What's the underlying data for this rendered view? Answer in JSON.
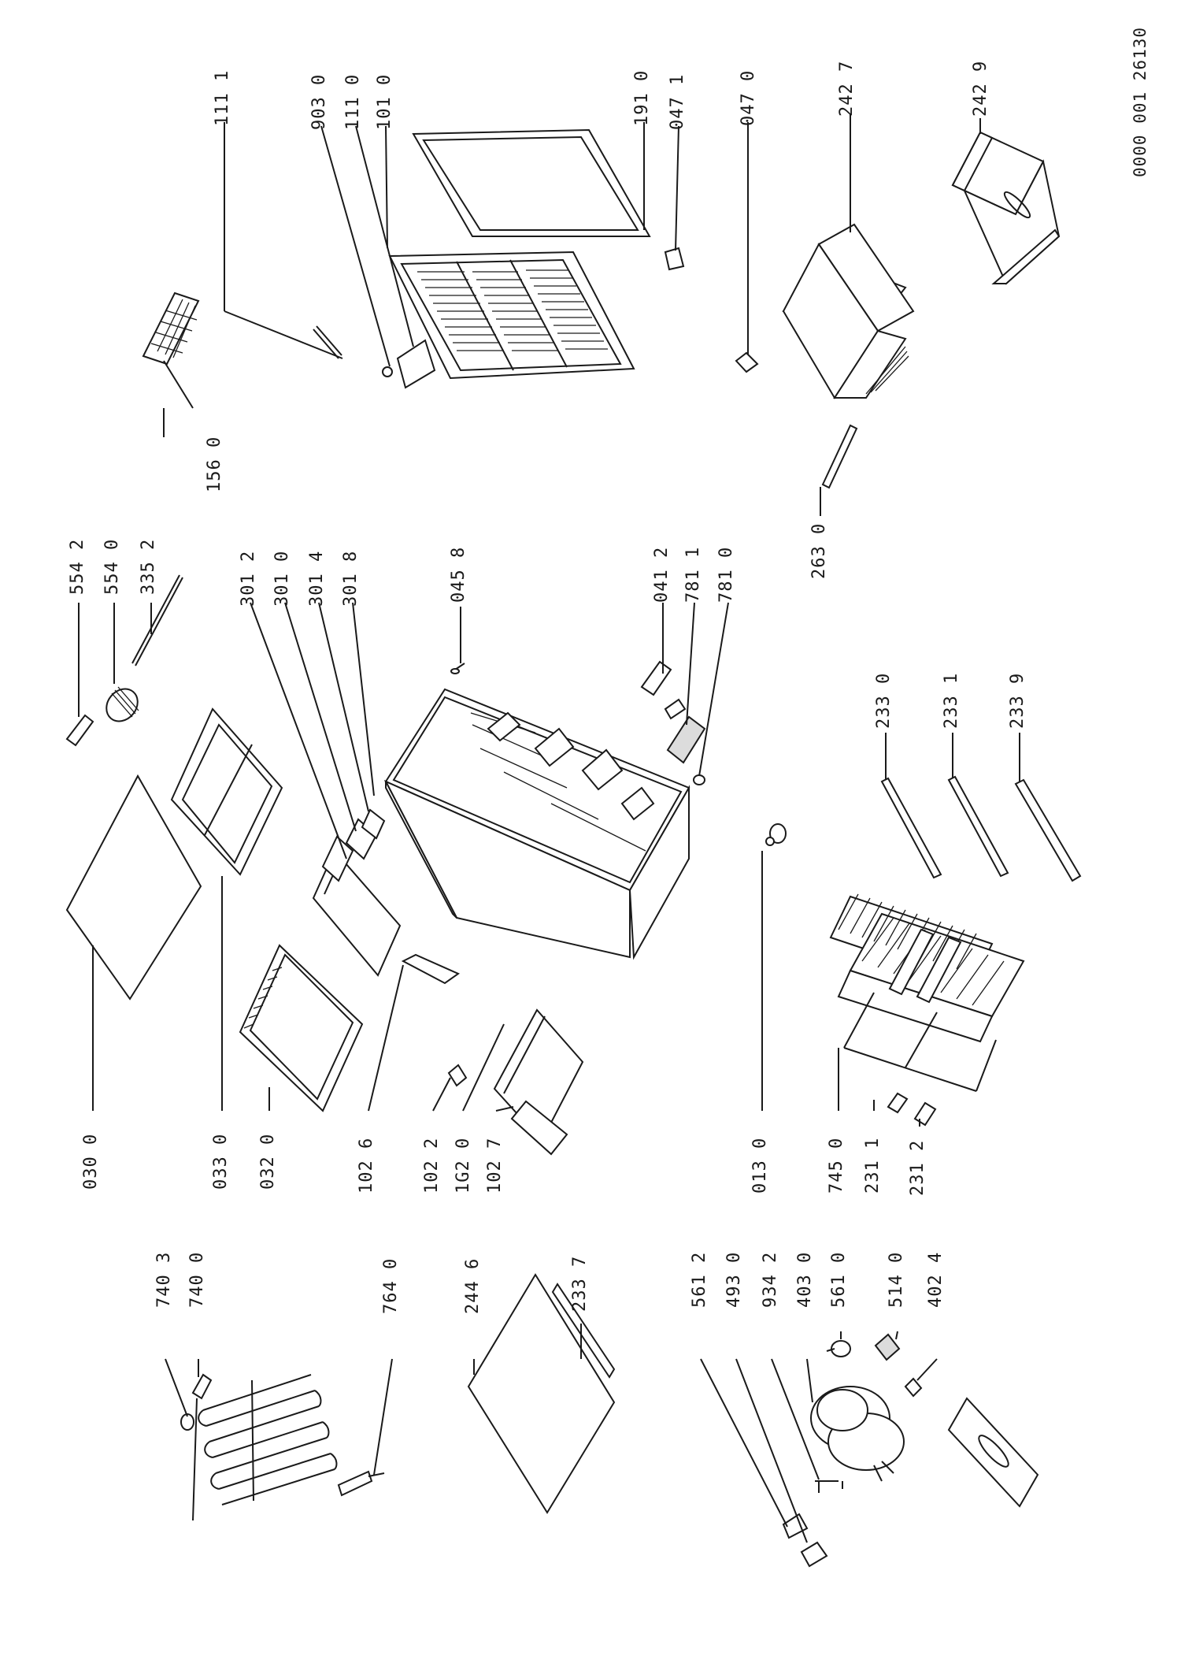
{
  "document_id": "0000 001 26130",
  "labels": [
    {
      "key": "1111",
      "text": "111 1"
    },
    {
      "key": "9030",
      "text": "903 0"
    },
    {
      "key": "1110",
      "text": "111 0"
    },
    {
      "key": "1010",
      "text": "101 0"
    },
    {
      "key": "1910",
      "text": "191 0"
    },
    {
      "key": "0471",
      "text": "047 1"
    },
    {
      "key": "0470",
      "text": "047 0"
    },
    {
      "key": "2427",
      "text": "242 7"
    },
    {
      "key": "2429",
      "text": "242 9"
    },
    {
      "key": "1560",
      "text": "156 0"
    },
    {
      "key": "5542",
      "text": "554 2"
    },
    {
      "key": "5540",
      "text": "554 0"
    },
    {
      "key": "3352",
      "text": "335 2"
    },
    {
      "key": "3012",
      "text": "301 2"
    },
    {
      "key": "3010",
      "text": "301 0"
    },
    {
      "key": "3014",
      "text": "301 4"
    },
    {
      "key": "3018",
      "text": "301 8"
    },
    {
      "key": "0458",
      "text": "045 8"
    },
    {
      "key": "0412",
      "text": "041 2"
    },
    {
      "key": "7811",
      "text": "781 1"
    },
    {
      "key": "7810",
      "text": "781 0"
    },
    {
      "key": "2630",
      "text": "263 0"
    },
    {
      "key": "2330",
      "text": "233 0"
    },
    {
      "key": "2331",
      "text": "233 1"
    },
    {
      "key": "2339",
      "text": "233 9"
    },
    {
      "key": "0300",
      "text": "030 0"
    },
    {
      "key": "0330",
      "text": "033 0"
    },
    {
      "key": "0320",
      "text": "032 0"
    },
    {
      "key": "1026",
      "text": "102 6"
    },
    {
      "key": "1022",
      "text": "102 2"
    },
    {
      "key": "1020",
      "text": "1G2 0"
    },
    {
      "key": "1027",
      "text": "102 7"
    },
    {
      "key": "0130",
      "text": "013 0"
    },
    {
      "key": "7450",
      "text": "745 0"
    },
    {
      "key": "2311",
      "text": "231 1"
    },
    {
      "key": "2312",
      "text": "231 2"
    },
    {
      "key": "7403",
      "text": "740 3"
    },
    {
      "key": "7400",
      "text": "740 0"
    },
    {
      "key": "7640",
      "text": "764 0"
    },
    {
      "key": "2446",
      "text": "244 6"
    },
    {
      "key": "2337",
      "text": "233 7"
    },
    {
      "key": "5612",
      "text": "561 2"
    },
    {
      "key": "4930",
      "text": "493 0"
    },
    {
      "key": "9342",
      "text": "934 2"
    },
    {
      "key": "4030",
      "text": "403 0"
    },
    {
      "key": "5610",
      "text": "561 0"
    },
    {
      "key": "5140",
      "text": "514 0"
    },
    {
      "key": "4024",
      "text": "402 4"
    }
  ]
}
